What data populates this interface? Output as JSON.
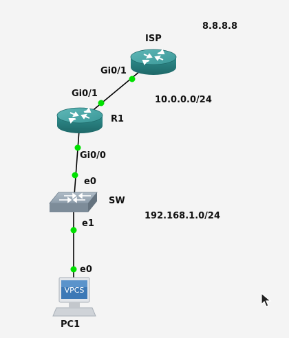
{
  "topology": {
    "nodes": {
      "isp": {
        "label": "ISP",
        "type": "router"
      },
      "r1": {
        "label": "R1",
        "type": "router"
      },
      "sw": {
        "label": "SW",
        "type": "switch"
      },
      "pc1": {
        "label": "PC1",
        "type": "vpcs",
        "screen_text": "VPCS"
      }
    },
    "interfaces": {
      "isp_gi01": "Gi0/1",
      "r1_gi01": "Gi0/1",
      "r1_gi00": "Gi0/0",
      "sw_e0": "e0",
      "sw_e1": "e1",
      "pc1_e0": "e0"
    },
    "annotations": {
      "public_ip": "8.8.8.8",
      "wan_subnet": "10.0.0.0/24",
      "lan_subnet": "192.168.1.0/24"
    }
  },
  "colors": {
    "background": "#f4f4f4",
    "link": "#000000",
    "port_up": "#00e000",
    "router": "#2e8a8a",
    "switch": "#8c9ba8"
  }
}
